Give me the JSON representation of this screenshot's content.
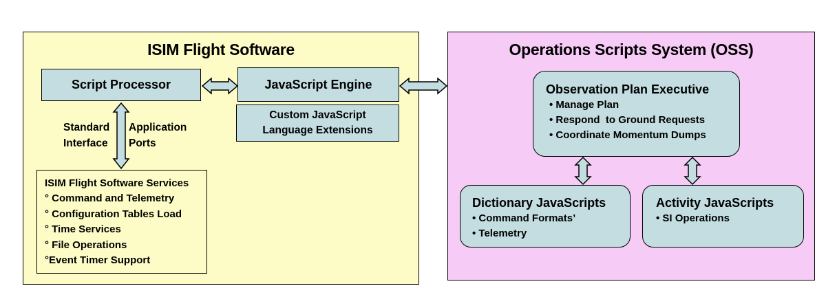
{
  "isim_panel": {
    "title": "ISIM Flight Software",
    "script_processor": "Script Processor",
    "javascript_engine": "JavaScript Engine",
    "extensions": [
      "Custom JavaScript",
      "Language Extensions"
    ],
    "interface_left": [
      "Standard",
      "Interface"
    ],
    "interface_right": [
      "Application",
      "Ports"
    ],
    "services": {
      "title": "ISIM Flight Software Services",
      "items": [
        "° Command and Telemetry",
        "° Configuration Tables Load",
        "° Time Services",
        "° File Operations",
        "°Event Timer Support"
      ]
    }
  },
  "oss_panel": {
    "title": "Operations Scripts System (OSS)",
    "executive": {
      "title": "Observation Plan Executive",
      "items": [
        "• Manage Plan",
        "• Respond  to Ground Requests",
        "• Coordinate Momentum Dumps"
      ]
    },
    "dictionary": {
      "title": "Dictionary JavaScripts",
      "items": [
        "• Command Formats’",
        "• Telemetry"
      ]
    },
    "activity": {
      "title": "Activity JavaScripts",
      "items": [
        "• SI Operations"
      ]
    }
  },
  "colors": {
    "isim_background": "#fdfcc6",
    "oss_background": "#f6cbf6",
    "box_fill": "#c3dde0",
    "services_fill": "#fdfcc6"
  }
}
